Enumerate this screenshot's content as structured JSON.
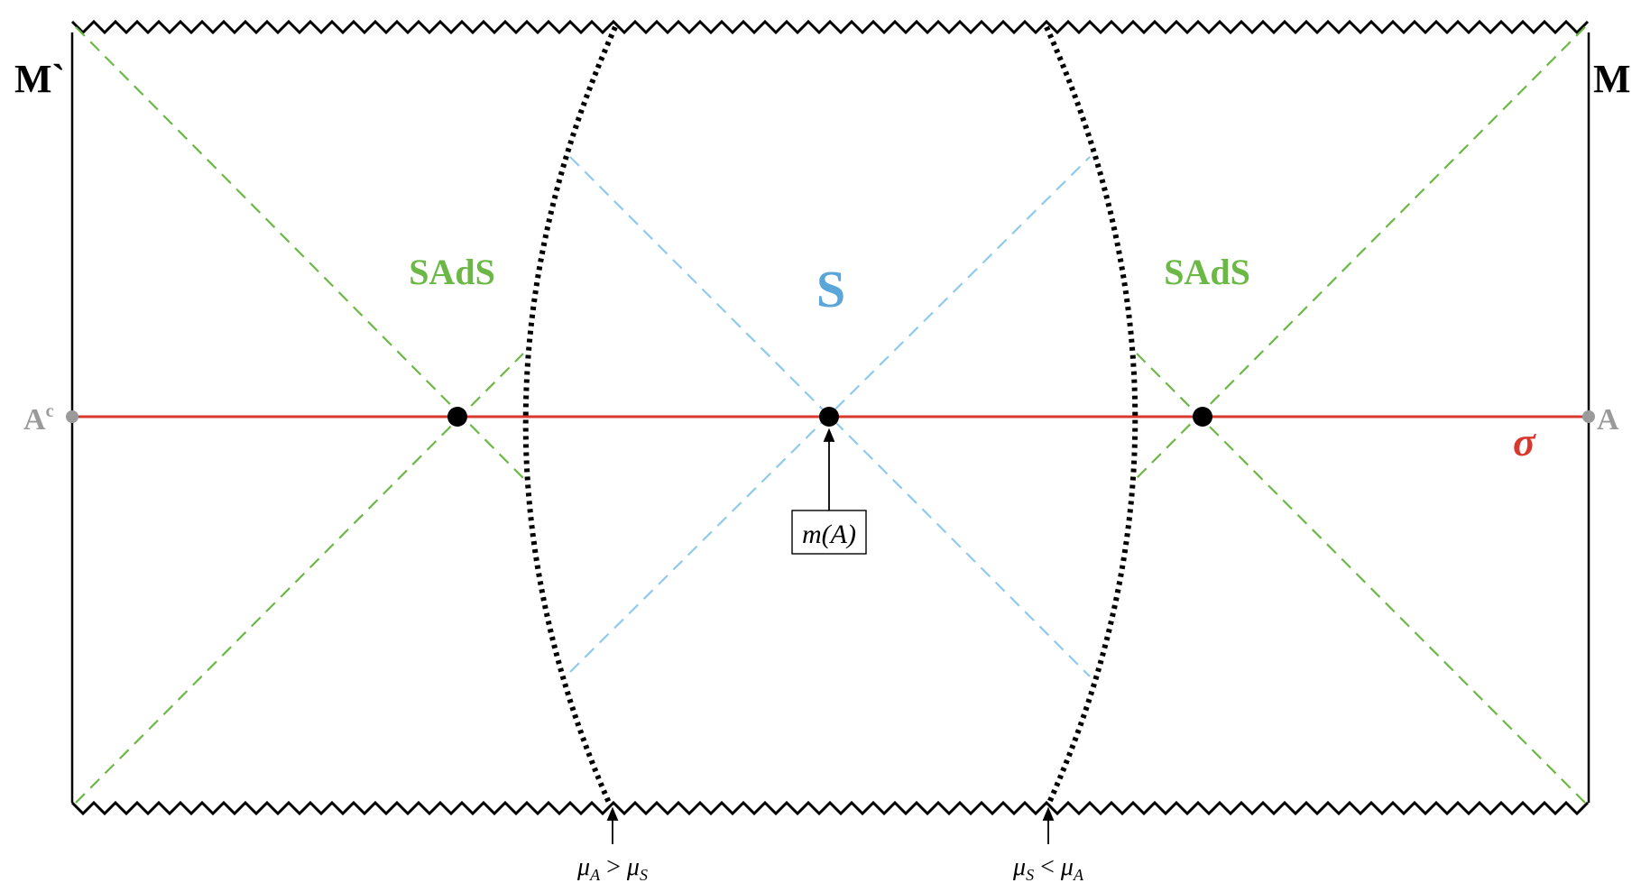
{
  "labels": {
    "corner_left": "M`",
    "corner_right": "M",
    "region_left": "SAdS",
    "region_center": "S",
    "region_right": "SAdS",
    "point_left": "A",
    "point_left_sup": "c",
    "point_right": "A",
    "sigma": "σ",
    "minimal_surface": "m(A)",
    "arrow_left_mu1": "μ",
    "arrow_left_sub1": "A",
    "arrow_left_op": " > ",
    "arrow_left_mu2": "μ",
    "arrow_left_sub2": "S",
    "arrow_right_mu1": "μ",
    "arrow_right_sub1": "S",
    "arrow_right_op": " < ",
    "arrow_right_mu2": "μ",
    "arrow_right_sub2": "A"
  },
  "colors": {
    "frame": "#000000",
    "sads": "#6cb846",
    "sitter": "#5ba6d9",
    "sitter_dash": "#8fcaee",
    "sigma": "#d9382f",
    "boundary_point": "#9a9a9a",
    "dots": "#000000"
  }
}
